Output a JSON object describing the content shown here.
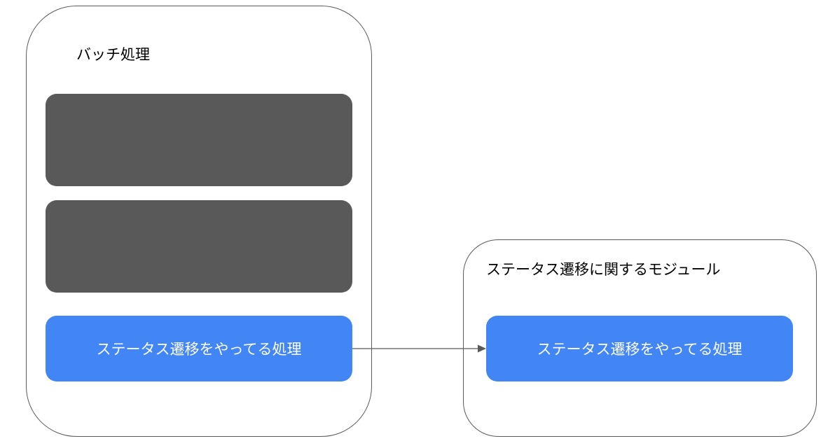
{
  "diagram": {
    "batch": {
      "title": "バッチ処理",
      "status_block_label": "ステータス遷移をやってる処理"
    },
    "module": {
      "title": "ステータス遷移に関するモジュール",
      "status_block_label": "ステータス遷移をやってる処理"
    },
    "colors": {
      "container_border": "#595959",
      "dark_block": "#595959",
      "accent_block": "#4285f4",
      "arrow": "#595959"
    }
  }
}
